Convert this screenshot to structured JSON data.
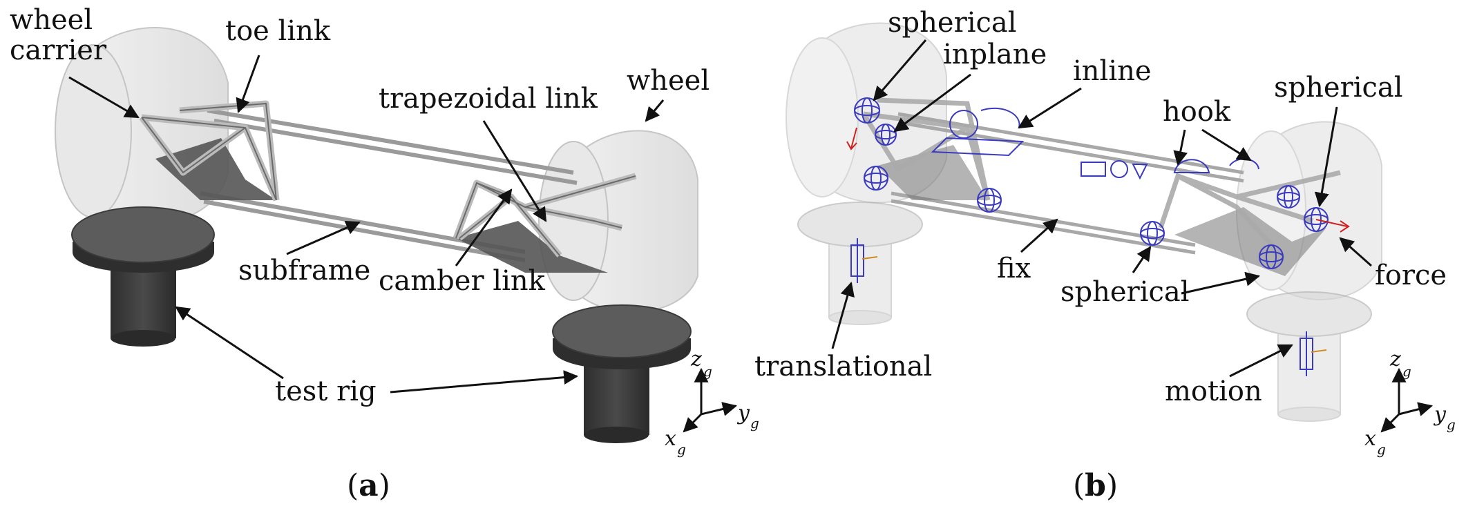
{
  "panel_a": {
    "labels": {
      "wheel_carrier_1": "wheel",
      "wheel_carrier_2": "carrier",
      "toe_link": "toe link",
      "trapezoidal_link": "trapezoidal link",
      "wheel": "wheel",
      "subframe": "subframe",
      "camber_link": "camber link",
      "test_rig": "test rig"
    },
    "axes": {
      "z": "z",
      "y": "y",
      "x": "x",
      "sub": "g"
    },
    "caption": {
      "open": "(",
      "letter": "a",
      "close": ")"
    }
  },
  "panel_b": {
    "labels": {
      "spherical_top": "spherical",
      "inplane": "inplane",
      "inline": "inline",
      "hook": "hook",
      "spherical_right": "spherical",
      "fix": "fix",
      "spherical_bottom": "spherical",
      "force": "force",
      "translational": "translational",
      "motion": "motion"
    },
    "axes": {
      "z": "z",
      "y": "y",
      "x": "x",
      "sub": "g"
    },
    "caption": {
      "open": "(",
      "letter": "b",
      "close": ")"
    }
  },
  "colors": {
    "wheel_fill": "#e3e3e3",
    "wheel_stroke": "#bdbdbd",
    "rig_dark": "#3a3a3a",
    "rig_top": "#5c5c5c",
    "link_shadow": "#555555",
    "joint_blue": "#3a3ac0",
    "force_red": "#d02020",
    "motion_orange": "#d08a20"
  }
}
